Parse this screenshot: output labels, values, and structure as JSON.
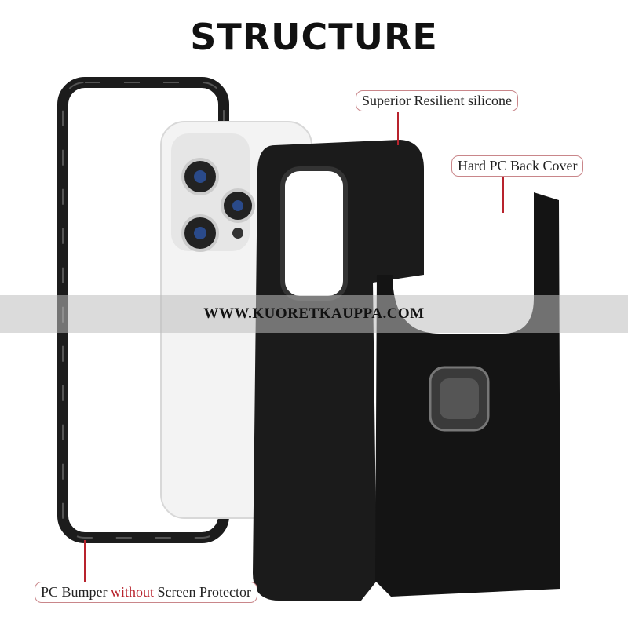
{
  "title": "STRUCTURE",
  "callouts": {
    "silicone": "Superior Resilient silicone",
    "back_cover": "Hard PC Back Cover",
    "bumper_pre": "PC Bumper ",
    "bumper_highlight": "without",
    "bumper_post": " Screen Protector"
  },
  "watermark": "WWW.KUORETKAUPPA.COM",
  "colors": {
    "accent": "#b8232d",
    "case": "#1a1a1a",
    "phone": "#f2f2f2"
  }
}
